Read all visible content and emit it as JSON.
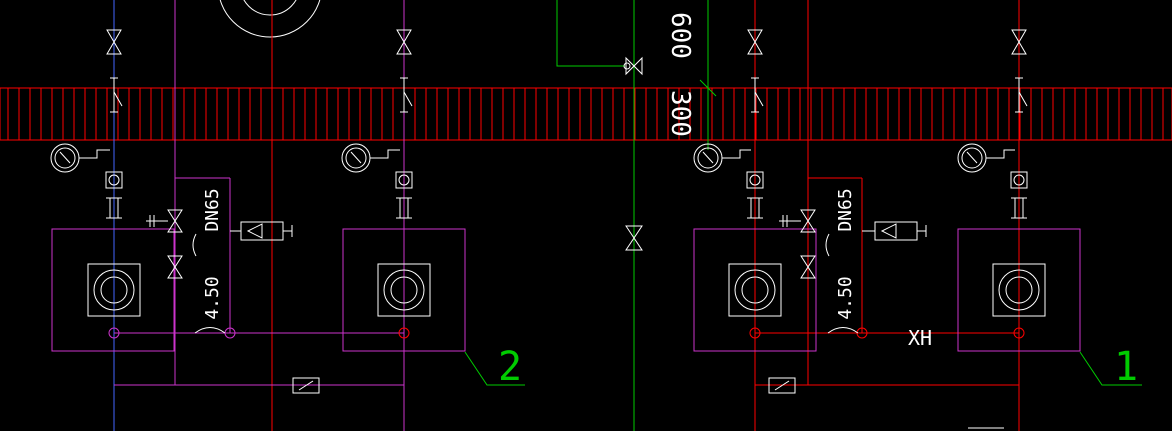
{
  "drawing": {
    "background": "#000000",
    "colors": {
      "wall": "#ff0000",
      "equipment": "#cc33cc",
      "pipe_magenta": "#cc33cc",
      "pipe_red": "#ff0000",
      "pipe_green": "#00cc00",
      "fixture": "#ffffff",
      "leader": "#00cc00",
      "text": "#ffffff",
      "pipe_blue": "#4466ff"
    },
    "labels": {
      "dim_vertical_upper": "600",
      "dim_vertical_lower": "300",
      "pipe_size_left": "DN65",
      "pipe_size_right": "DN65",
      "elev_left": "4.50",
      "elev_right": "4.50",
      "pipe_code": "XH",
      "unit_tag_left": "2",
      "unit_tag_right": "1"
    }
  }
}
